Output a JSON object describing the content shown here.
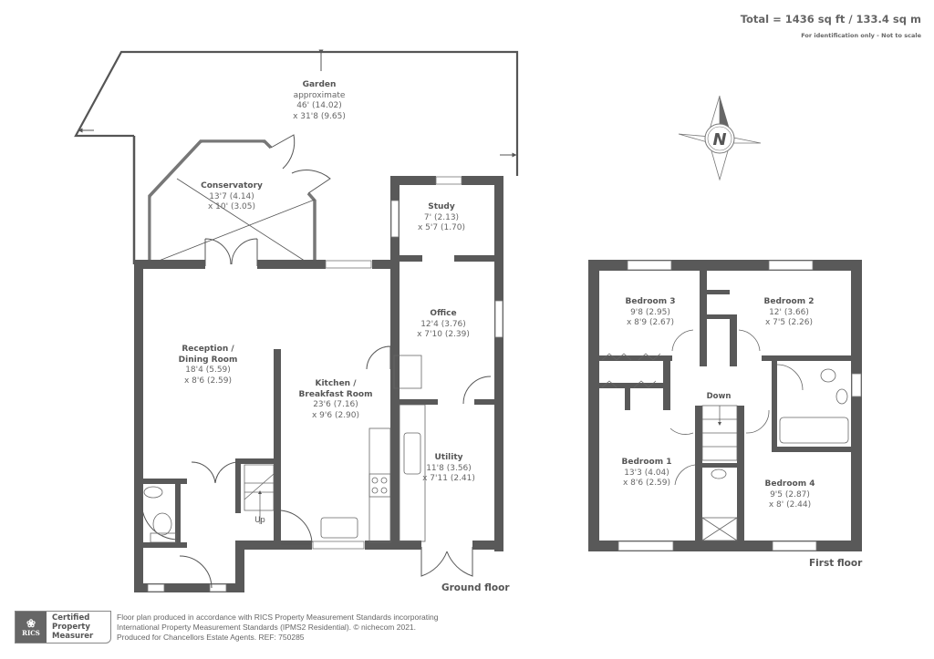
{
  "header": {
    "total_area": "Total = 1436 sq ft / 133.4 sq m",
    "disclaimer": "For identification only - Not to scale"
  },
  "compass": {
    "label": "N",
    "icon": "compass-rose-icon"
  },
  "ground_floor": {
    "label": "Ground floor",
    "rooms": [
      {
        "name": "Garden",
        "note": "approximate",
        "dim1": "46' (14.02)",
        "dim2": "x 31'8 (9.65)"
      },
      {
        "name": "Conservatory",
        "dim1": "13'7 (4.14)",
        "dim2": "x 10' (3.05)"
      },
      {
        "name": "Study",
        "dim1": "7' (2.13)",
        "dim2": "x 5'7 (1.70)"
      },
      {
        "name": "Office",
        "dim1": "12'4 (3.76)",
        "dim2": "x 7'10 (2.39)"
      },
      {
        "name": "Reception /",
        "name2": "Dining Room",
        "dim1": "18'4 (5.59)",
        "dim2": "x 8'6 (2.59)"
      },
      {
        "name": "Kitchen /",
        "name2": "Breakfast Room",
        "dim1": "23'6 (7.16)",
        "dim2": "x 9'6 (2.90)"
      },
      {
        "name": "Utility",
        "dim1": "11'8 (3.56)",
        "dim2": "x 7'11 (2.41)"
      }
    ],
    "stairs_label": "Up"
  },
  "first_floor": {
    "label": "First floor",
    "rooms": [
      {
        "name": "Bedroom 3",
        "dim1": "9'8 (2.95)",
        "dim2": "x 8'9 (2.67)"
      },
      {
        "name": "Bedroom 2",
        "dim1": "12' (3.66)",
        "dim2": "x 7'5 (2.26)"
      },
      {
        "name": "Bedroom 1",
        "dim1": "13'3 (4.04)",
        "dim2": "x 8'6 (2.59)"
      },
      {
        "name": "Bedroom 4",
        "dim1": "9'5 (2.87)",
        "dim2": "x 8' (2.44)"
      }
    ],
    "stairs_label": "Down"
  },
  "footer": {
    "badge_org": "RICS",
    "badge_line1": "Certified",
    "badge_line2": "Property",
    "badge_line3": "Measurer",
    "text_line1": "Floor plan produced in accordance with RICS Property Measurement Standards incorporating",
    "text_line2": "International Property Measurement Standards (IPMS2 Residential).   © nichecom 2021.",
    "text_line3": "Produced for Chancellors Estate Agents.    REF: 750285"
  },
  "colors": {
    "wall": "#595959",
    "line": "#555555",
    "text": "#666666"
  }
}
